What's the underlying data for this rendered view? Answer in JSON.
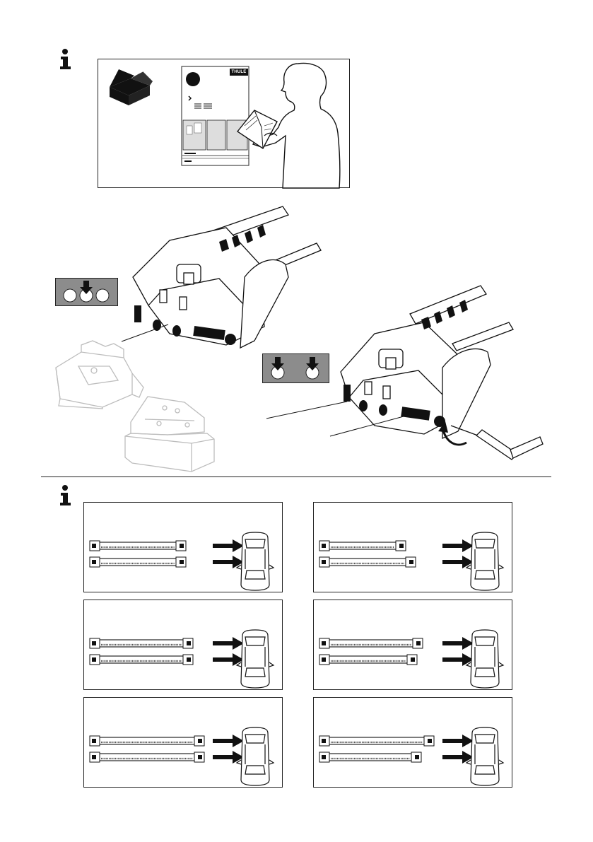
{
  "brand": {
    "logo_text": "THULE"
  },
  "sections": [
    {
      "id": "read-manual",
      "icon": "info-icon"
    },
    {
      "id": "bar-position",
      "icon": "info-icon"
    }
  ],
  "bar_variants": [
    {
      "id": "front-long-rear-long",
      "front_bar": "standard",
      "rear_bar": "standard"
    },
    {
      "id": "front-short-rear-long",
      "front_bar": "short",
      "rear_bar": "standard"
    },
    {
      "id": "front-long-rear-long-2",
      "front_bar": "standard",
      "rear_bar": "standard"
    },
    {
      "id": "front-long-rear-short",
      "front_bar": "standard",
      "rear_bar": "short"
    },
    {
      "id": "front-long-rear-long-3",
      "front_bar": "standard",
      "rear_bar": "standard"
    },
    {
      "id": "front-long-rear-short-2",
      "front_bar": "standard",
      "rear_bar": "short"
    }
  ],
  "colors": {
    "line": "#222222",
    "hole_box": "#8c8c8c",
    "faded_part": "#bdbdbd"
  }
}
